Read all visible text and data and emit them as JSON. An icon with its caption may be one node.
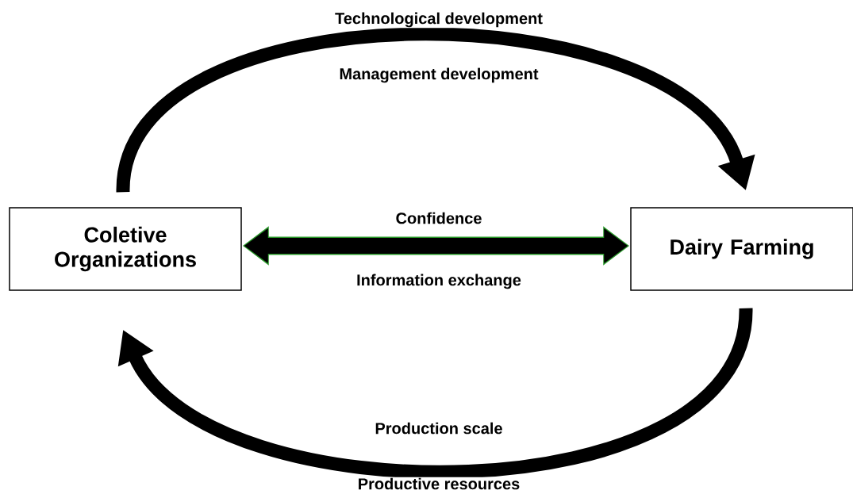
{
  "diagram": {
    "nodes": [
      {
        "text": [
          "Coletive Organizations"
        ]
      },
      {
        "text": [
          "Dairy Farming"
        ]
      }
    ],
    "edges": [
      {
        "from": 0,
        "to": 1,
        "arrow": "to",
        "label": "Technological development"
      },
      {
        "from": 0,
        "to": 1,
        "arrow": "both",
        "label": "Confidence"
      },
      {
        "from": 1,
        "to": 0,
        "arrow": "to",
        "label": "Production scale"
      }
    ],
    "labels": [
      "Management development",
      "Information exchange",
      "Productive resources"
    ]
  }
}
